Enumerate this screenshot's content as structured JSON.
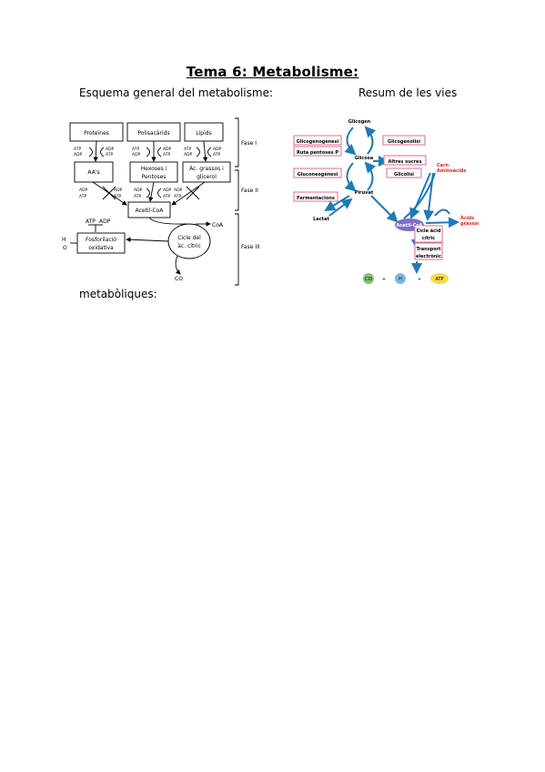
{
  "doc": {
    "title": "Tema 6: Metabolisme:",
    "subtitle_left": "Esquema general del metabolisme:",
    "subtitle_right": "Resum de les vies",
    "continuation": "metabòliques:"
  },
  "left_diagram": {
    "row1": [
      "Proteïnes",
      "Polisacàrids",
      "Lípids"
    ],
    "row2": [
      "AA's",
      "Hexoses i",
      "Pentoses",
      "Àc. grassos i",
      "glicerol"
    ],
    "acetil": "Acetil-CoA",
    "fosfo": [
      "Fosforilació",
      "oxidativa"
    ],
    "cicle": [
      "Cicle del",
      "àc. cítric"
    ],
    "phases": [
      "Fase I",
      "Fase II",
      "Fase III"
    ],
    "atp": "ATP",
    "adp": "ADP",
    "coa": "CoA",
    "co2": "CO",
    "h2o": "H",
    "o2": "O"
  },
  "right_diagram": {
    "glicogen": "Glicogen",
    "glicosa": "Glicosa",
    "piruvat": "Piruvat",
    "lactat": "Lactat",
    "acetilcoa": "Acetil-CoA",
    "pink_boxes": [
      "Glicogenogènesi",
      "Ruta pentoses P",
      "Glicogenòlisi",
      "Altres sucres",
      "Gluconeogènesi",
      "Glicòlisi",
      "Fermentacions"
    ],
    "carn": [
      "Carn",
      "Aminoàcids"
    ],
    "acids": [
      "Àcids",
      "grassos"
    ],
    "cicle": [
      "Cicle àcid",
      "cítric"
    ],
    "transport": [
      "Transport",
      "electrònic"
    ],
    "bottom": [
      "CO",
      "H",
      "ATP"
    ],
    "plus": "+"
  }
}
